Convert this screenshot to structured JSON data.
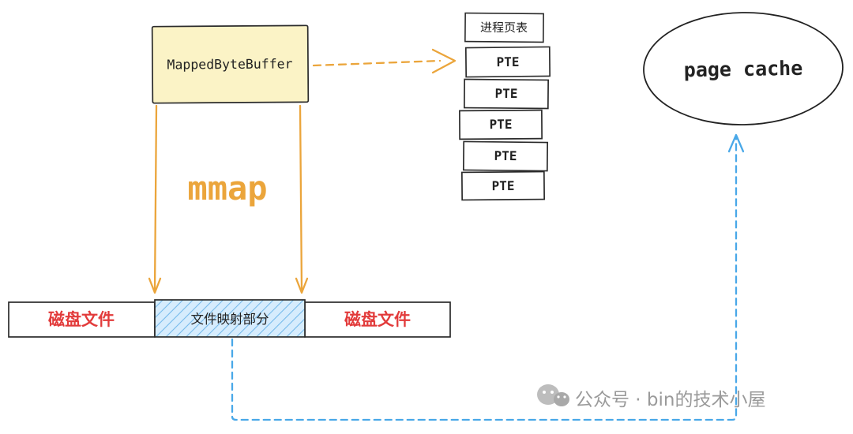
{
  "diagram": {
    "buffer_label": "MappedByteBuffer",
    "mmap_label": "mmap",
    "page_table": {
      "header": "进程页表",
      "entries": [
        "PTE",
        "PTE",
        "PTE",
        "PTE",
        "PTE"
      ]
    },
    "page_cache_label": "page cache",
    "file_bar": {
      "left": "磁盘文件",
      "middle": "文件映射部分",
      "right": "磁盘文件"
    },
    "watermark": "公众号 · bin的技术小屋",
    "colors": {
      "orange": "#eba53b",
      "buffer_fill": "#fbf3c6",
      "blue_arrow": "#49a8e8",
      "mapped_fill": "#d6ecfd",
      "hatch_line": "#74b9ea",
      "red_text": "#e23b3b",
      "ink": "#222222",
      "watermark_gray": "#9a9a9a"
    }
  }
}
